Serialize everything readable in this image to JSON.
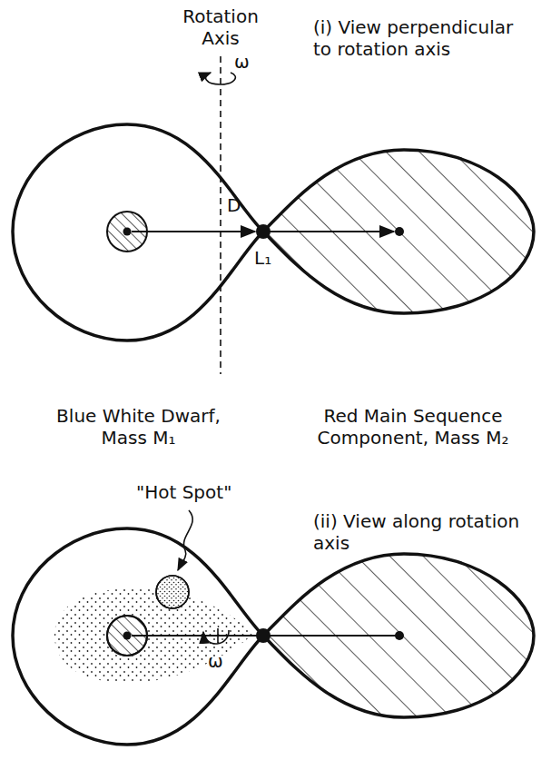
{
  "diagram": {
    "labels": [
      "Rotation Axis",
      "(i) View perpendicular to rotation axis",
      "ω",
      "D",
      "L₁",
      "Blue White Dwarf, Mass M₁",
      "Red Main Sequence Component, Mass M₂",
      "\"Hot Spot\"",
      "(ii) View along rotation axis",
      "ω"
    ]
  }
}
